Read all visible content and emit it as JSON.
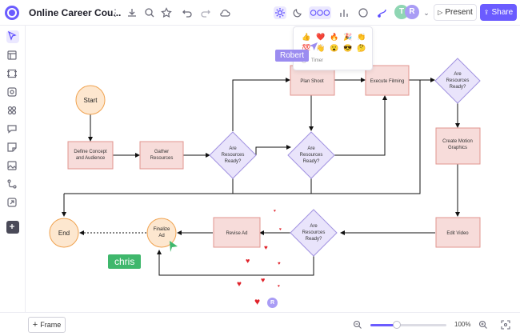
{
  "document": {
    "title": "Online Career Cou..."
  },
  "toolbar": {
    "present_label": "Present",
    "share_label": "Share",
    "avatars": [
      {
        "initial": "T",
        "color": "#8fd6b3"
      },
      {
        "initial": "R",
        "color": "#a99cf5"
      }
    ]
  },
  "reactions_popup": {
    "emojis_row1": [
      "👍",
      "❤️",
      "🔥",
      "🎉",
      "👏"
    ],
    "emojis_row2": [
      "💯",
      "👋",
      "😮",
      "😎",
      "🤔"
    ],
    "timer_label": "Timer"
  },
  "collaborators": {
    "robert_label": "Robert",
    "robert_color": "#9b8cf0",
    "chris_label": "chris",
    "chris_color": "#3fb76c",
    "badge_initial": "R"
  },
  "flowchart": {
    "nodes": {
      "start": "Start",
      "end": "End",
      "define": [
        "Define Concept",
        "and Audience"
      ],
      "gather": [
        "Gather",
        "Resources"
      ],
      "plan": "Plan Shoot",
      "execute": "Execute Filming",
      "motion": [
        "Create Motion",
        "Graphics"
      ],
      "edit": "Edit Video",
      "revise": "Revise Ad",
      "finalize": [
        "Finalize",
        "Ad"
      ],
      "decision_text": [
        "Are",
        "Resources",
        "Ready?"
      ]
    }
  },
  "bottom": {
    "frame_label": "Frame",
    "zoom_level": "100%",
    "zoom_fraction": 0.35
  },
  "colors": {
    "accent": "#6b5cff",
    "process_fill": "#f7dcda",
    "process_stroke": "#e2948f",
    "terminal_fill": "#fde7cf",
    "terminal_stroke": "#f0a24f",
    "decision_fill": "#e9e4fb",
    "decision_stroke": "#a192e0"
  }
}
